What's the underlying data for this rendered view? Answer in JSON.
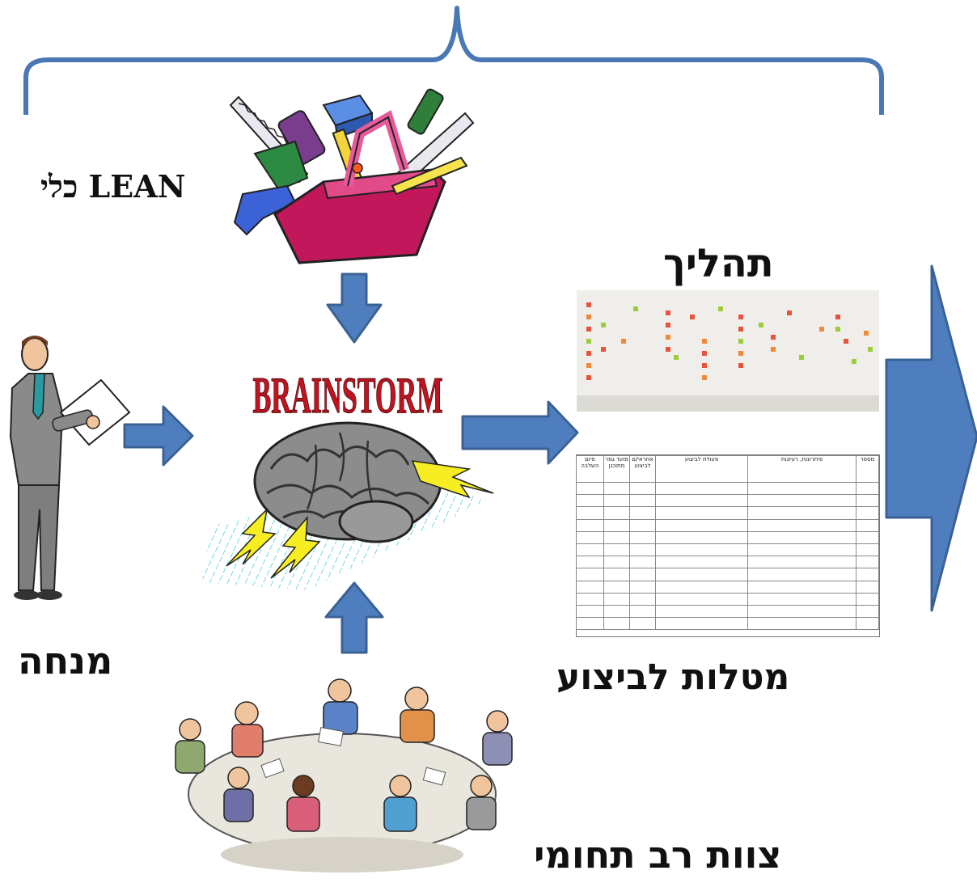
{
  "labels": {
    "lean_tools": "כלי LEAN",
    "process": "תהליך",
    "facilitator": "מנחה",
    "action_items": "מטלות לביצוע",
    "team": "צוות רב תחומי",
    "brainstorm": "BRAINSTORM"
  },
  "action_table": {
    "columns": [
      "מספר",
      "פיתרונות, רעיונות",
      "פעולת לביצוע",
      "אחראי/ם לביצוע",
      "מועד גמר מתוכנן",
      "סיום השלבה"
    ],
    "row_count": 12
  },
  "colors": {
    "arrow_blue": "#4f7ebf",
    "arrow_outline": "#3b6194",
    "brace_blue": "#4a78b5",
    "brainstorm_red": "#c0141f"
  }
}
